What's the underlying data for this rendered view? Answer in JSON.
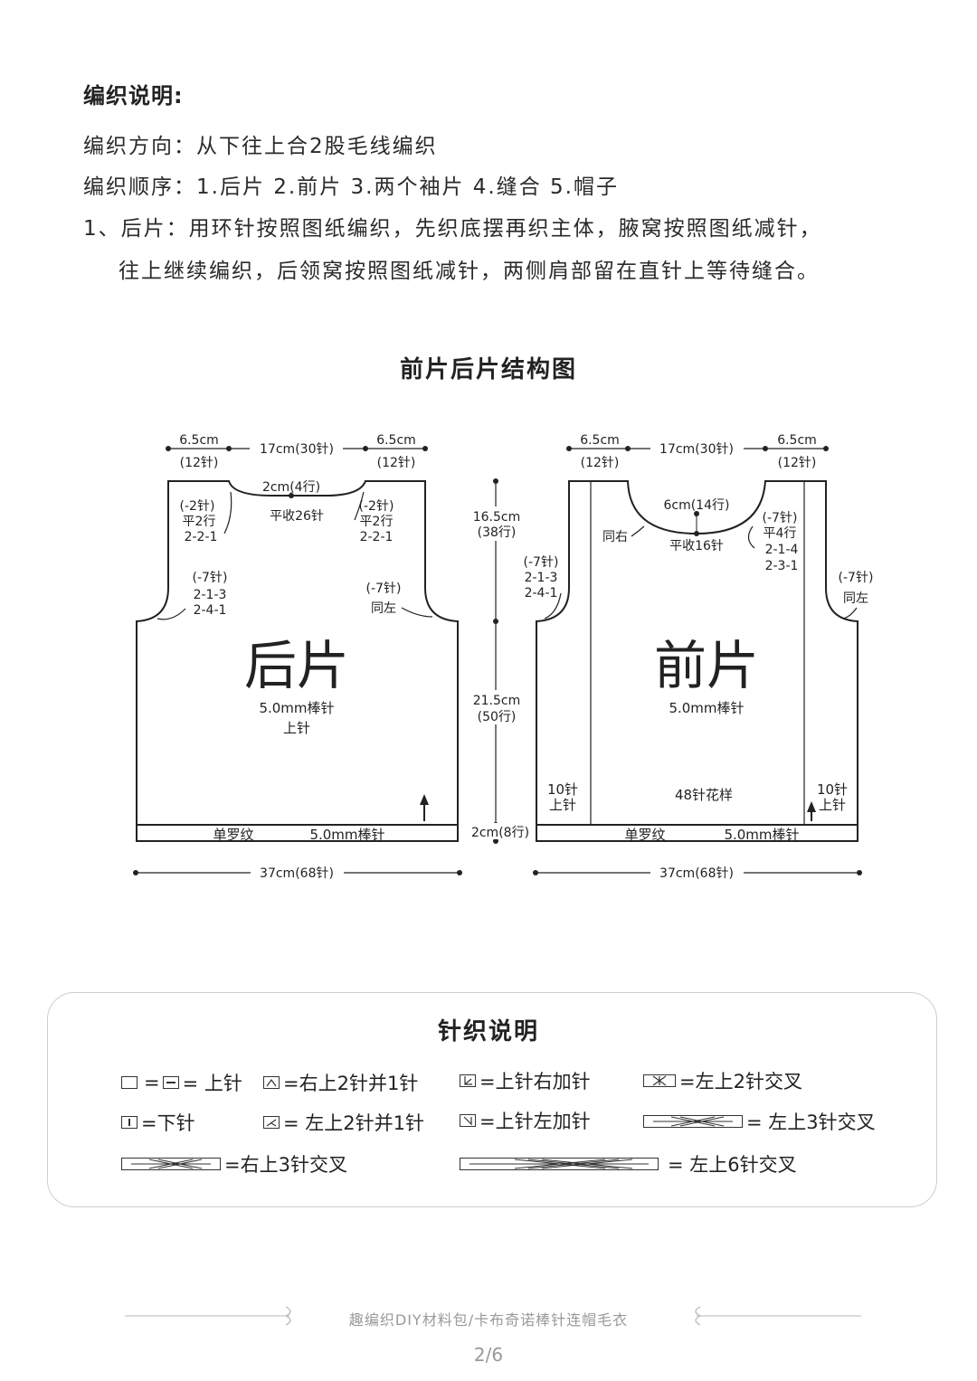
{
  "header": {
    "title": "编织说明:",
    "direction": "编织方向：从下往上合2股毛线编织",
    "order": "编织顺序：1.后片 2.前片 3.两个袖片 4.缝合 5.帽子",
    "step1_line1": "1、后片：用环针按照图纸编织，先织底摆再织主体，腋窝按照图纸减针，",
    "step1_line2": "往上继续编织，后领窝按照图纸减针，两侧肩部留在直针上等待缝合。"
  },
  "diagram": {
    "title": "前片后片结构图",
    "back": {
      "name": "后片",
      "needle": "5.0mm棒针",
      "stitch": "上针",
      "shoulder_left": "6.5cm",
      "shoulder_left_st": "(12针)",
      "neck_width": "17cm(30针)",
      "shoulder_right": "6.5cm",
      "shoulder_right_st": "(12针)",
      "neck_depth": "2cm(4行)",
      "neck_bind": "平收26针",
      "neck_dec_l1": "(-2针)",
      "neck_dec_l2": "平2行",
      "neck_dec_l3": "2-2-1",
      "neck_dec_r1": "(-2针)",
      "neck_dec_r2": "平2行",
      "neck_dec_r3": "2-2-1",
      "arm_l1": "(-7针)",
      "arm_l2": "2-1-3",
      "arm_l3": "2-4-1",
      "arm_r1": "(-7针)",
      "arm_r2": "同左",
      "rib": "单罗纹",
      "rib_needle": "5.0mm棒针",
      "width": "37cm(68针)"
    },
    "vertical": {
      "upper": "16.5cm",
      "upper_rows": "(38行)",
      "middle": "21.5cm",
      "middle_rows": "(50行)",
      "rib": "2cm(8行)"
    },
    "front": {
      "name": "前片",
      "needle": "5.0mm棒针",
      "shoulder_left": "6.5cm",
      "shoulder_left_st": "(12针)",
      "neck_width": "17cm(30针)",
      "shoulder_right": "6.5cm",
      "shoulder_right_st": "(12针)",
      "neck_depth": "6cm(14行)",
      "neck_bind": "平收16针",
      "neck_same": "同右",
      "neck_dec_r1": "(-7针)",
      "neck_dec_r2": "平4行",
      "neck_dec_r3": "2-1-4",
      "neck_dec_r4": "2-3-1",
      "arm_l1": "(-7针)",
      "arm_l2": "2-1-3",
      "arm_l3": "2-4-1",
      "arm_r1": "(-7针)",
      "arm_r2": "同左",
      "side_l1": "10针",
      "side_l2": "上针",
      "side_r1": "10针",
      "side_r2": "上针",
      "pattern": "48针花样",
      "rib": "单罗纹",
      "rib_needle": "5.0mm棒针",
      "width": "37cm(68针)"
    }
  },
  "legend": {
    "title": "针织说明",
    "items": [
      {
        "label": "= 上针",
        "icon": "purl-symbol"
      },
      {
        "label": "=右上2针并1针",
        "icon": "right-decrease-symbol"
      },
      {
        "label": "=上针右加针",
        "icon": "right-increase-symbol"
      },
      {
        "label": "=左上2针交叉",
        "icon": "left-cross-2-symbol"
      },
      {
        "label": "=下针",
        "icon": "knit-symbol"
      },
      {
        "label": "= 左上2针并1针",
        "icon": "left-decrease-symbol"
      },
      {
        "label": "=上针左加针",
        "icon": "left-increase-symbol"
      },
      {
        "label": "= 左上3针交叉",
        "icon": "left-cross-3-symbol"
      },
      {
        "label": "=右上3针交叉",
        "icon": "right-cross-3-symbol"
      },
      {
        "label": "= 左上6针交叉",
        "icon": "left-cross-6-symbol"
      }
    ]
  },
  "footer": {
    "text": "趣编织DIY材料包/卡布奇诺棒针连帽毛衣",
    "page": "2/6"
  }
}
